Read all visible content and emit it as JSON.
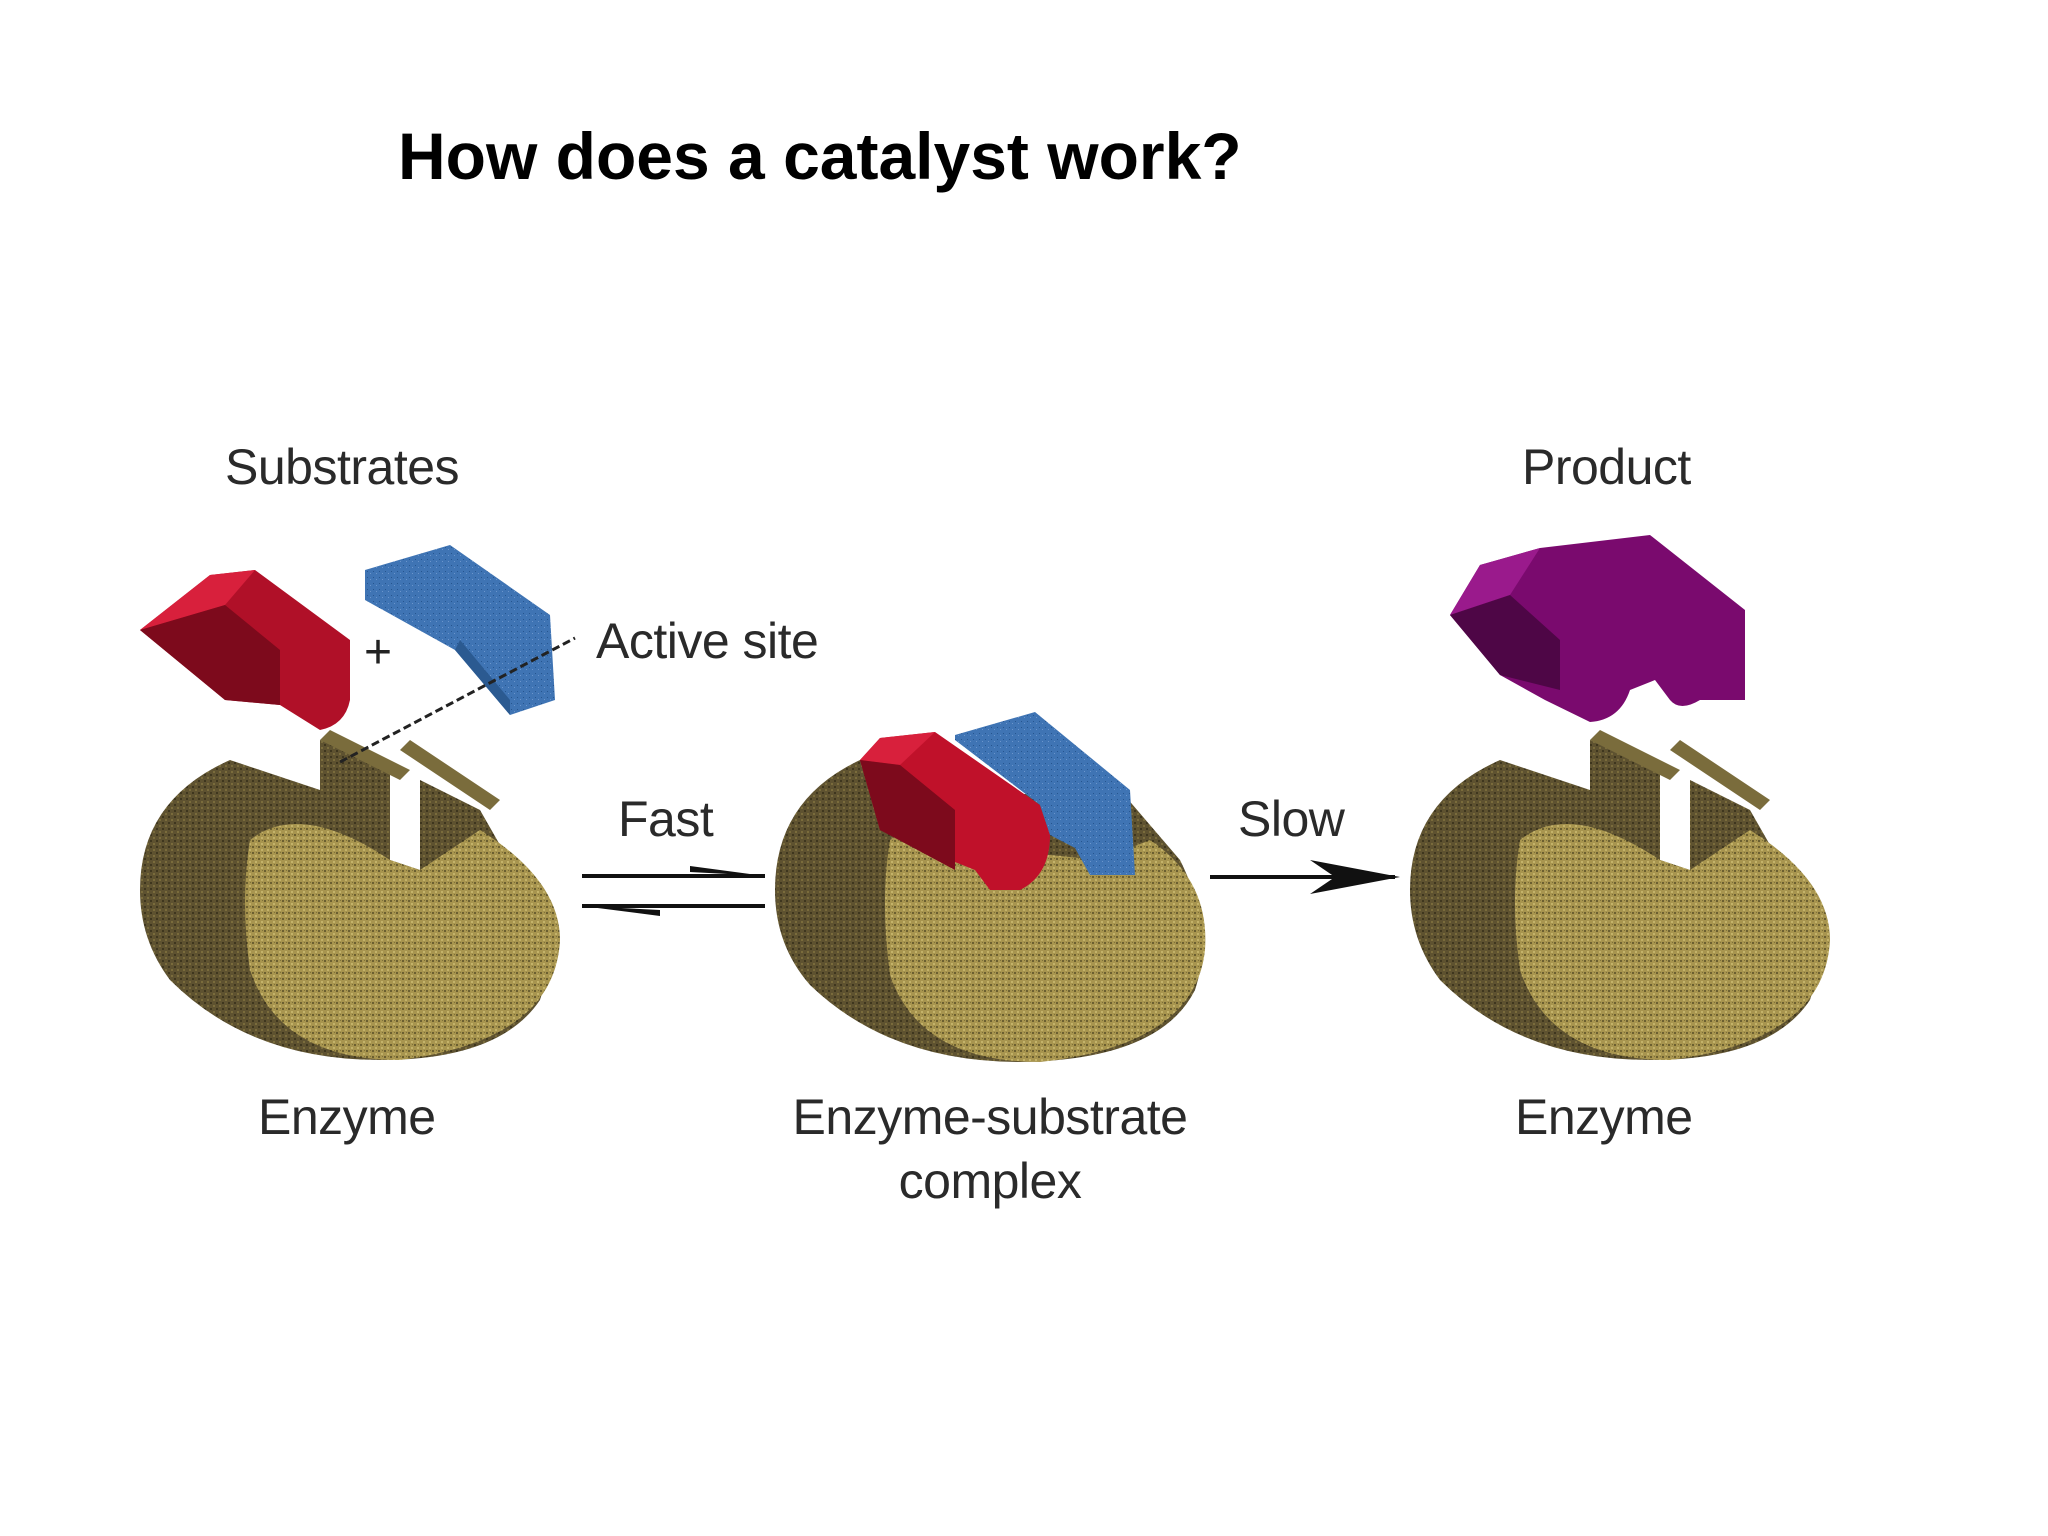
{
  "title": "How does a catalyst work?",
  "labels": {
    "substrates": "Substrates",
    "active_site": "Active site",
    "plus": "+",
    "product": "Product",
    "fast": "Fast",
    "slow": "Slow",
    "enzyme_left": "Enzyme",
    "complex_line1": "Enzyme-substrate",
    "complex_line2": "complex",
    "enzyme_right": "Enzyme"
  },
  "colors": {
    "enzyme": "#9a8a4a",
    "enzyme_dark": "#5e5230",
    "substrate_red": "#c0112a",
    "substrate_blue": "#3f74b4",
    "product_purple": "#7a0a6e"
  }
}
